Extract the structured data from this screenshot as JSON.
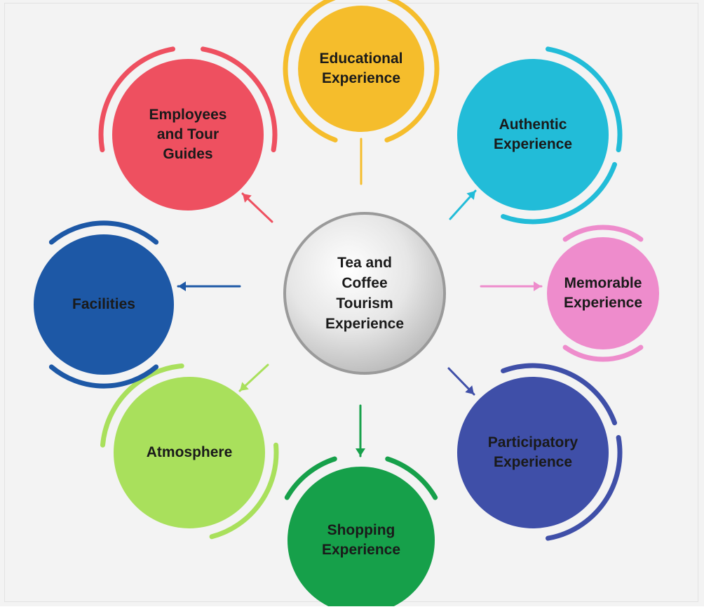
{
  "center": {
    "label": "Tea and\nCoffee\nTourism\nExperience",
    "color": "#d8d8d8"
  },
  "nodes": [
    {
      "id": "educational",
      "label": "Educational\nExperience",
      "color": "#f5bd2c"
    },
    {
      "id": "authentic",
      "label": "Authentic\nExperience",
      "color": "#22bcd8"
    },
    {
      "id": "memorable",
      "label": "Memorable\nExperience",
      "color": "#ee8ccc"
    },
    {
      "id": "participatory",
      "label": "Participatory\nExperience",
      "color": "#3f4fa8"
    },
    {
      "id": "shopping",
      "label": "Shopping\nExperience",
      "color": "#16a04a"
    },
    {
      "id": "atmosphere",
      "label": "Atmosphere",
      "color": "#a9e05c"
    },
    {
      "id": "facilities",
      "label": "Facilities",
      "color": "#1d58a6"
    },
    {
      "id": "employees",
      "label": "Employees\nand Tour\nGuides",
      "color": "#ee5060"
    }
  ]
}
